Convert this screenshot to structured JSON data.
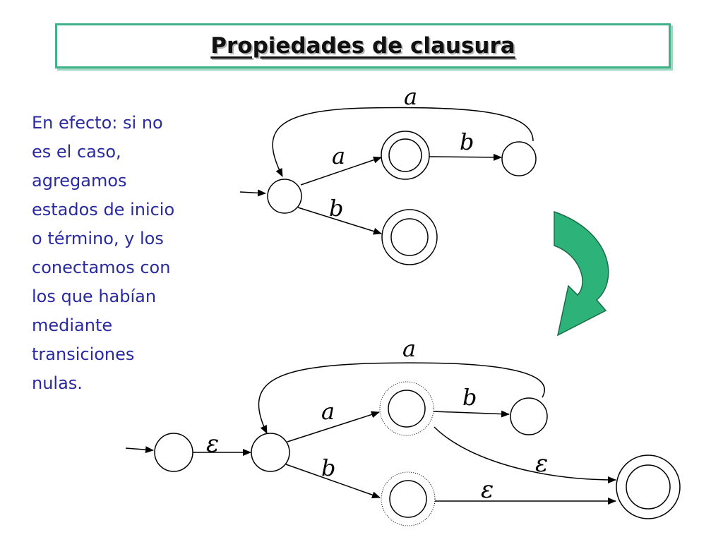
{
  "title": "Propiedades de clausura",
  "paragraph": "En efecto: si no\nes el caso,\nagregamos\nestados de inicio\no término, y los\nconectamos con\nlos que habían\nmediante\ntransiciones\nnulas.",
  "colors": {
    "title_border": "#3fb28a",
    "body_text": "#2a2aa0",
    "arrow_green": "#2db37a"
  },
  "top_automaton": {
    "labels": {
      "loop": "a",
      "q_to_mid": "b",
      "start_to_top": "a",
      "start_to_bottom": "b"
    }
  },
  "bottom_automaton": {
    "labels": {
      "loop": "a",
      "q_to_mid": "b",
      "start_to_top": "a",
      "start_to_bottom": "b",
      "eps_start": "ε",
      "eps_top": "ε",
      "eps_bottom": "ε"
    }
  }
}
